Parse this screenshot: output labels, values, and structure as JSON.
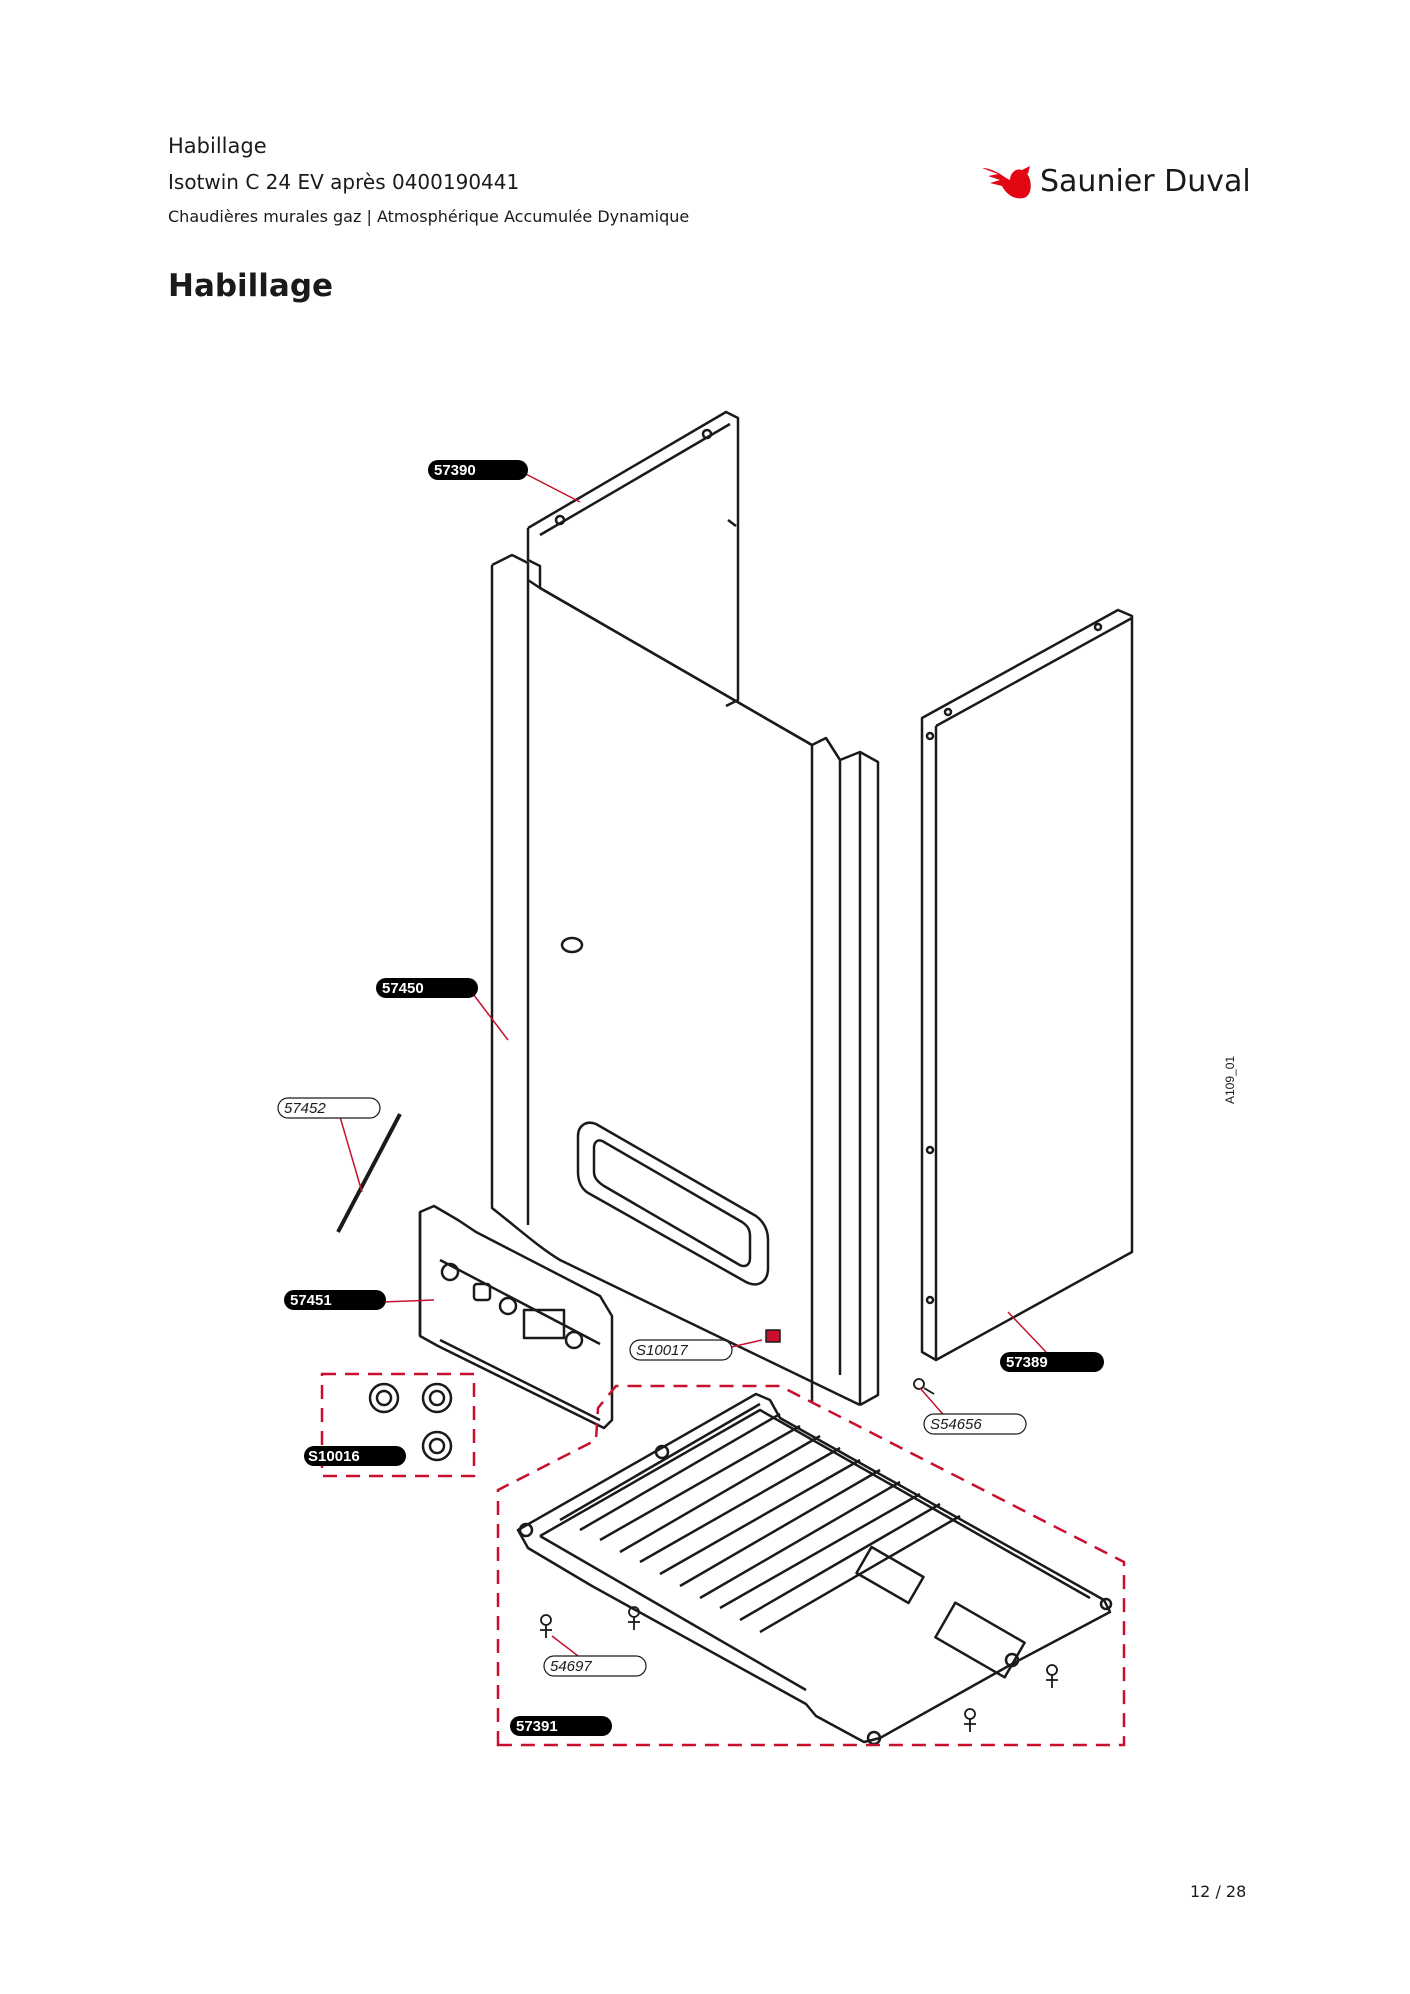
{
  "header": {
    "title": "Habillage",
    "model": "Isotwin C 24 EV après 0400190441",
    "subtitle": "Chaudières murales gaz | Atmosphérique Accumulée Dynamique"
  },
  "brand": {
    "name": "Saunier Duval",
    "color": "#e30613",
    "icon": "bird-logo-icon"
  },
  "section_title": "Habillage",
  "figure_ref": "A109_01",
  "parts": {
    "p57390": "57390",
    "p57450": "57450",
    "p57452": "57452",
    "p57451": "57451",
    "pS10016": "S10016",
    "pS10017": "S10017",
    "p57389": "57389",
    "pS54656": "S54656",
    "p54697": "54697",
    "p57391": "57391"
  },
  "footer": {
    "page": "12 / 28"
  },
  "colors": {
    "kit_border": "#c8102e",
    "leader": "#c8102e"
  }
}
